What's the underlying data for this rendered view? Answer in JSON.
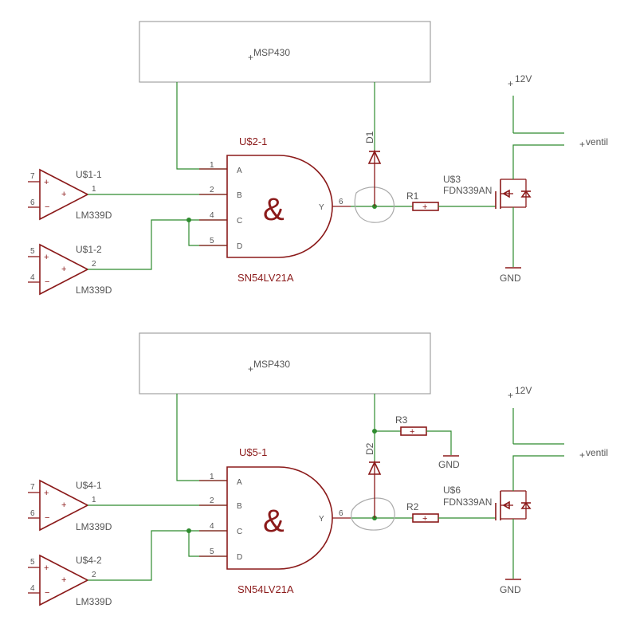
{
  "top": {
    "mcu": "MSP430",
    "gate_name": "U$2-1",
    "gate_value": "SN54LV21A",
    "gate_symbol": "&",
    "pin_a": "A",
    "pin_b": "B",
    "pin_c": "C",
    "pin_d": "D",
    "pin_y": "Y",
    "pn1": "1",
    "pn2": "2",
    "pn4": "4",
    "pn5": "5",
    "pn6": "6",
    "comp1_name": "U$1-1",
    "comp1_value": "LM339D",
    "comp1_pin_in1": "7",
    "comp1_pin_in2": "6",
    "comp1_pin_out": "1",
    "comp2_name": "U$1-2",
    "comp2_value": "LM339D",
    "comp2_pin_in1": "5",
    "comp2_pin_in2": "4",
    "comp2_pin_out": "2",
    "diode": "D1",
    "resistor": "R1",
    "fet_name": "U$3",
    "fet_value": "FDN339AN",
    "supply": "12V",
    "net_valve": "ventil",
    "ground": "GND"
  },
  "bottom": {
    "mcu": "MSP430",
    "gate_name": "U$5-1",
    "gate_value": "SN54LV21A",
    "gate_symbol": "&",
    "pin_a": "A",
    "pin_b": "B",
    "pin_c": "C",
    "pin_d": "D",
    "pin_y": "Y",
    "pn1": "1",
    "pn2": "2",
    "pn4": "4",
    "pn5": "5",
    "pn6": "6",
    "comp1_name": "U$4-1",
    "comp1_value": "LM339D",
    "comp1_pin_in1": "7",
    "comp1_pin_in2": "6",
    "comp1_pin_out": "1",
    "comp2_name": "U$4-2",
    "comp2_value": "LM339D",
    "comp2_pin_in1": "5",
    "comp2_pin_in2": "4",
    "comp2_pin_out": "2",
    "diode": "D2",
    "resistor": "R2",
    "resistor_extra": "R3",
    "ground_extra": "GND",
    "fet_name": "U$6",
    "fet_value": "FDN339AN",
    "supply": "12V",
    "net_valve": "ventil",
    "ground": "GND"
  }
}
